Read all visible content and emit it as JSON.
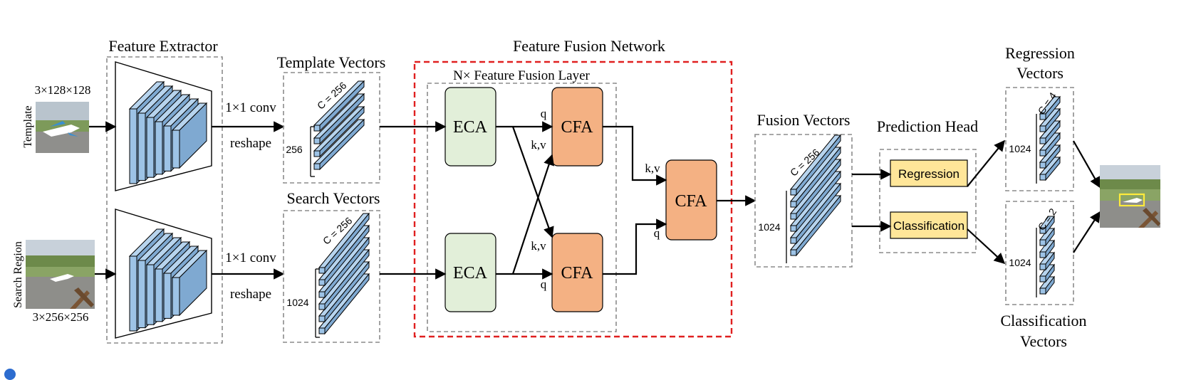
{
  "labels": {
    "feature_extractor": "Feature Extractor",
    "template_size": "3×128×128",
    "template_side": "Template",
    "search_side": "Search Region",
    "search_size": "3×256×256",
    "conv_top": "1×1 conv",
    "reshape_top": "reshape",
    "conv_bottom": "1×1 conv",
    "reshape_bottom": "reshape",
    "template_vectors": "Template Vectors",
    "search_vectors": "Search Vectors",
    "template_c": "C = 256",
    "template_dim": "256",
    "search_c": "C = 256",
    "search_dim": "1024",
    "feature_fusion_network": "Feature Fusion Network",
    "fusion_layer": "N× Feature Fusion Layer",
    "eca": "ECA",
    "cfa": "CFA",
    "q": "q",
    "kv": "k,v",
    "fusion_vectors": "Fusion Vectors",
    "fusion_c": "C = 256",
    "fusion_dim": "1024",
    "prediction_head": "Prediction Head",
    "regression": "Regression",
    "classification": "Classification",
    "regression_vectors_1": "Regression",
    "regression_vectors_2": "Vectors",
    "regression_c": "C = 4",
    "regression_dim": "1024",
    "classification_vectors_1": "Classification",
    "classification_vectors_2": "Vectors",
    "classification_c": "C = 2",
    "classification_dim": "1024"
  },
  "colors": {
    "eca_fill": "#e2efd9",
    "cfa_fill": "#f4b183",
    "head_fill": "#ffe699",
    "vector_fill": "#9dc3e6",
    "network_border": "#e02020",
    "dashed_border": "#8c8c8c"
  }
}
